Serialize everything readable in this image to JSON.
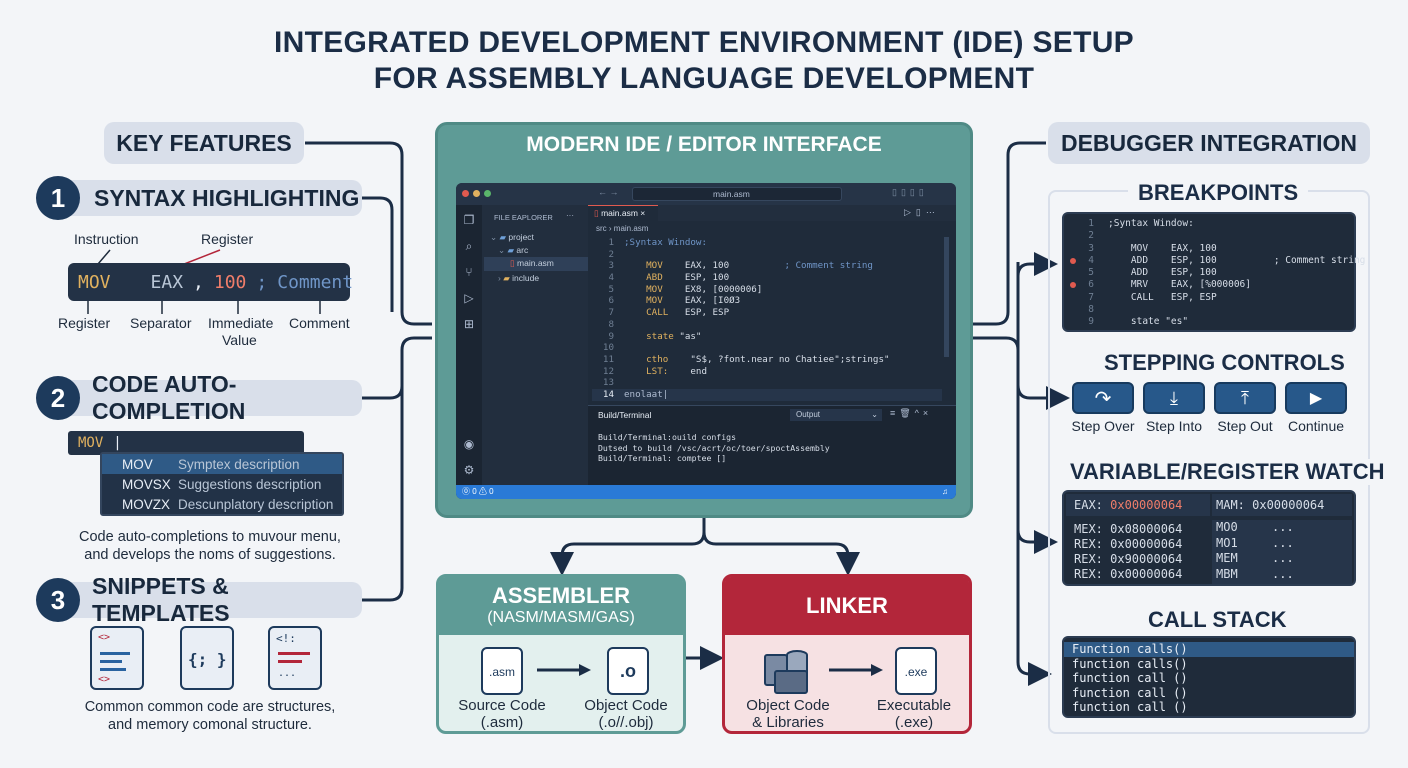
{
  "title": {
    "line1": "INTEGRATED DEVELOPMENT ENVIRONMENT (IDE) SETUP",
    "line2": "FOR ASSEMBLY LANGUAGE DEVELOPMENT"
  },
  "key_features": {
    "heading": "KEY FEATURES",
    "items": [
      {
        "num": "1",
        "label": "SYNTAX HIGHLIGHTING"
      },
      {
        "num": "2",
        "label": "CODE AUTO-COMPLETION"
      },
      {
        "num": "3",
        "label": "SNIPPETS & TEMPLATES"
      }
    ],
    "syntax": {
      "code_mov": "MOV",
      "code_eax": "EAX",
      "code_comma": ",",
      "code_val": "100",
      "code_semi": ";",
      "code_comment": "Comment",
      "lbl_instruction": "Instruction",
      "lbl_register_top": "Register",
      "lbl_register": "Register",
      "lbl_separator": "Separator",
      "lbl_immediate": "Immediate",
      "lbl_value": "Value",
      "lbl_comment": "Comment"
    },
    "autocomplete": {
      "typed": "MOV",
      "cursor": "|",
      "options": [
        {
          "key": "MOV",
          "desc": "Symptex description"
        },
        {
          "key": "MOVSX",
          "desc": "Suggestions description"
        },
        {
          "key": "MOVZX",
          "desc": "Descunplatory description"
        }
      ],
      "caption1": "Code auto-completions to muvour menu,",
      "caption2": "and develops the noms of suggestions."
    },
    "snippets": {
      "icon1": "<>",
      "icon1b": "<>",
      "icon2": "{; }",
      "icon3": "<!:",
      "icon3b": "...",
      "caption1": "Common common code are structures,",
      "caption2": "and memory comonal structure."
    }
  },
  "ide": {
    "heading": "MODERN IDE / EDITOR INTERFACE",
    "search": "main.asm",
    "explorer_title": "FILE EAPLORER",
    "explorer_dots": "···",
    "tree": [
      "project",
      "arc",
      "main.asm",
      "include"
    ],
    "tab": "main.asm",
    "tab_close": "×",
    "breadcrumb": "src › main.asm",
    "code": [
      {
        "n": "1",
        "a": ";Syntax Window:",
        "b": "",
        "c": ""
      },
      {
        "n": "2",
        "a": "",
        "b": "",
        "c": ""
      },
      {
        "n": "3",
        "a": "    MOV",
        "b": "    EAX, 100",
        "c": "          ; Comment string"
      },
      {
        "n": "4",
        "a": "    ABD",
        "b": "    ESP, 100",
        "c": ""
      },
      {
        "n": "5",
        "a": "    MOV",
        "b": "    EX8, [0000006]",
        "c": ""
      },
      {
        "n": "6",
        "a": "    MOV",
        "b": "    EAX, [I0Ø3",
        "c": ""
      },
      {
        "n": "7",
        "a": "    CALL",
        "b": "   ESP, ESP",
        "c": ""
      },
      {
        "n": "8",
        "a": "",
        "b": "",
        "c": ""
      },
      {
        "n": "9",
        "a": "    state",
        "b": " \"as\"",
        "c": ""
      },
      {
        "n": "10",
        "a": "",
        "b": "",
        "c": ""
      },
      {
        "n": "11",
        "a": "    ctho",
        "b": "    \"S$, ?font.near no Chatiee\";strings\"",
        "c": ""
      },
      {
        "n": "12",
        "a": "    LST:",
        "b": "    end",
        "c": ""
      },
      {
        "n": "13",
        "a": "",
        "b": "",
        "c": ""
      },
      {
        "n": "14",
        "a": "enolaat|",
        "b": "",
        "c": ""
      }
    ],
    "terminal_tab": "Build/Terminal",
    "terminal_select": "Output",
    "terminal_lines": [
      "Build/Terminal:ouild configs",
      "Dutsed to build /vsc/acrt/oc/toer/spoctAssembly",
      "Build/Terminal: comptee []"
    ],
    "status": "⓪ 0 ⚠ 0"
  },
  "assembler": {
    "heading": "ASSEMBLER",
    "sub": "(NASM/MASM/GAS)",
    "src_icon": ".asm",
    "obj_icon": ".o",
    "src_label1": "Source Code",
    "src_label2": "(.asm)",
    "obj_label1": "Object Code",
    "obj_label2": "(.o//.obj)"
  },
  "linker": {
    "heading": "LINKER",
    "exe_icon": ".exe",
    "obj_label1": "Object Code",
    "obj_label2": "& Libraries",
    "exe_label1": "Executable",
    "exe_label2": "(.exe)"
  },
  "debugger": {
    "heading": "DEBUGGER INTEGRATION",
    "breakpoints": {
      "heading": "BREAKPOINTS",
      "lines": [
        {
          "n": "1",
          "bp": false,
          "t": ";Syntax Window:"
        },
        {
          "n": "2",
          "bp": false,
          "t": ""
        },
        {
          "n": "3",
          "bp": false,
          "t": "    MOV    EAX, 100"
        },
        {
          "n": "4",
          "bp": true,
          "t": "    ADD    ESP, 100          ; Comment string"
        },
        {
          "n": "5",
          "bp": false,
          "t": "    ADD    ESP, 100"
        },
        {
          "n": "6",
          "bp": true,
          "t": "    MRV    EAX, [%000006]"
        },
        {
          "n": "7",
          "bp": false,
          "t": "    CALL   ESP, ESP"
        },
        {
          "n": "8",
          "bp": false,
          "t": ""
        },
        {
          "n": "9",
          "bp": false,
          "t": "    state \"es\""
        }
      ]
    },
    "stepping": {
      "heading": "STEPPING CONTROLS",
      "buttons": [
        "Step Over",
        "Step Into",
        "Step Out",
        "Continue"
      ]
    },
    "watch": {
      "heading": "VARIABLE/REGISTER WATCH",
      "top_left": "EAX:",
      "top_left_val": "0x00000064",
      "top_right": "MAM: 0x00000064",
      "rows_left": [
        "MEX: 0x08000064",
        "REX: 0x00000064",
        "REX: 0x90000064",
        "REX: 0x00000064"
      ],
      "rows_right": [
        {
          "k": "MO0",
          "v": "..."
        },
        {
          "k": "MO1",
          "v": "..."
        },
        {
          "k": "MEM",
          "v": "..."
        },
        {
          "k": "MBM",
          "v": "..."
        }
      ]
    },
    "callstack": {
      "heading": "CALL STACK",
      "lines": [
        "Function calls()",
        "function calls()",
        "function call ()",
        "function call ()",
        "function call ()"
      ]
    }
  },
  "colors": {
    "navy": "#1d3a5c",
    "teal": "#5e9b96",
    "red": "#b3263a",
    "dark": "#1f2b3a"
  }
}
